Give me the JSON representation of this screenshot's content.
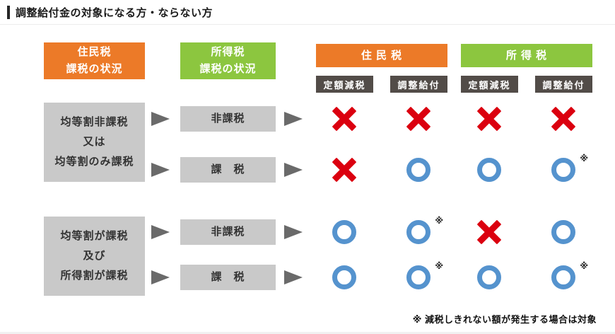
{
  "title": "調整給付金の対象になる方・ならない方",
  "columns": {
    "resident_status_header": "住民税\n課税の状況",
    "income_status_header": "所得税\n課税の状況",
    "resident_tax_header": "住 民 税",
    "income_tax_header": "所 得 税",
    "sub": {
      "fixed_reduction": "定額減税",
      "adjustment_benefit": "調整給付"
    }
  },
  "groups": [
    {
      "label": "均等割非課税\n又は\n均等割のみ課税",
      "rows": [
        {
          "label": "非課税",
          "marks": [
            "x",
            "x",
            "x",
            "x"
          ],
          "notes": [
            false,
            false,
            false,
            false
          ]
        },
        {
          "label": "課　税",
          "marks": [
            "x",
            "o",
            "o",
            "o"
          ],
          "notes": [
            false,
            false,
            false,
            true
          ]
        }
      ]
    },
    {
      "label": "均等割が課税\n及び\n所得割が課税",
      "rows": [
        {
          "label": "非課税",
          "marks": [
            "o",
            "o",
            "x",
            "o"
          ],
          "notes": [
            false,
            true,
            false,
            false
          ]
        },
        {
          "label": "課　税",
          "marks": [
            "o",
            "o",
            "o",
            "o"
          ],
          "notes": [
            false,
            true,
            false,
            true
          ]
        }
      ]
    }
  ],
  "note_symbol": "※",
  "footnote": "※ 減税しきれない額が発生する場合は対象",
  "colors": {
    "orange": "#EC7A28",
    "green": "#8CC63F",
    "dark_header": "#524C48",
    "gray_box": "#C9C9C9",
    "cross_red": "#DB000F",
    "circle_blue": "#5593CE",
    "arrow_gray": "#6A6A6A"
  }
}
